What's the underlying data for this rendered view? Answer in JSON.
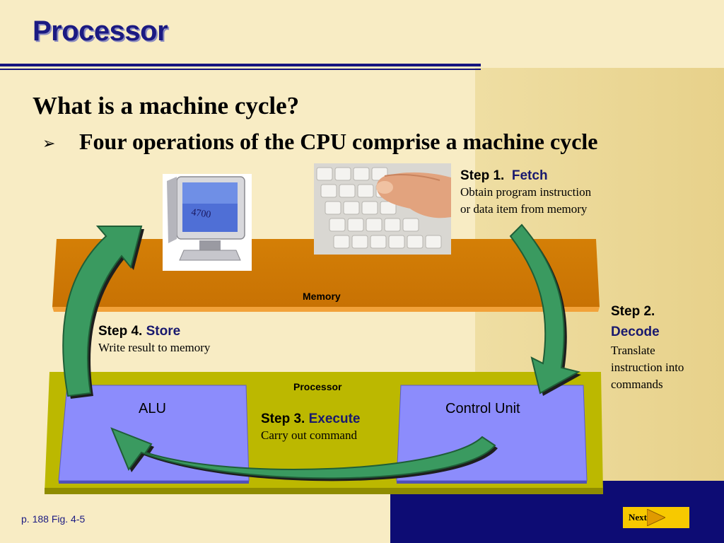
{
  "slide": {
    "title": "Processor",
    "heading": "What is a machine cycle?",
    "bullet": "Four operations of the CPU comprise a machine cycle"
  },
  "diagram": {
    "memory_label": "Memory",
    "processor_label": "Processor",
    "alu_label": "ALU",
    "control_unit_label": "Control Unit",
    "monitor_text": "4700",
    "step1": {
      "prefix": "Step 1.",
      "name": "Fetch",
      "desc_line1": "Obtain program instruction",
      "desc_line2": "or data item from memory"
    },
    "step2": {
      "prefix": "Step 2.",
      "name": "Decode",
      "desc_line1": "Translate",
      "desc_line2": "instruction into",
      "desc_line3": "commands"
    },
    "step3": {
      "prefix": "Step 3.",
      "name": "Execute",
      "desc": "Carry out command"
    },
    "step4": {
      "prefix": "Step 4.",
      "name": "Store",
      "desc": "Write result to memory"
    }
  },
  "footer": {
    "reference": "p. 188 Fig. 4-5",
    "next_label": "Next"
  },
  "colors": {
    "title": "#1b1a82",
    "memory_bar": "#d07a05",
    "processor_bar": "#bcb800",
    "unit_box": "#8c8cfc",
    "arrow": "#3a9a60",
    "next_button": "#f7c900"
  },
  "icons": {
    "bullet": "arrow-bullet-icon",
    "next": "next-arrow-icon"
  }
}
